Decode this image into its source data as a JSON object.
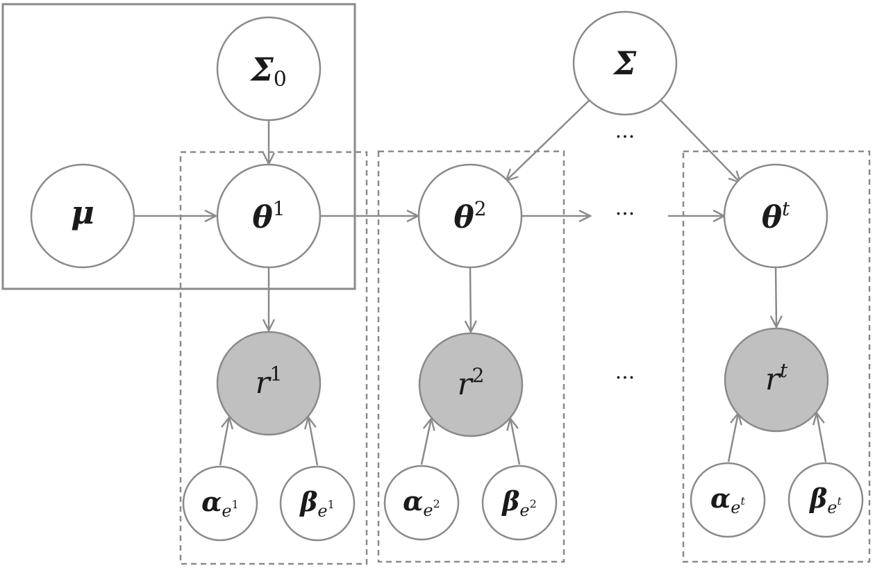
{
  "colors": {
    "stroke": "#8a8a8a",
    "observed_fill": "#c0c0c0",
    "latent_fill": "#ffffff",
    "text": "#1a1a1a"
  },
  "nodes": {
    "sigma0": {
      "symbol": "Σ",
      "subscript": "0",
      "observed": false
    },
    "sigma": {
      "symbol": "Σ",
      "observed": false
    },
    "mu": {
      "symbol": "μ",
      "observed": false
    },
    "theta1": {
      "symbol": "θ",
      "superscript": "1",
      "observed": false
    },
    "theta2": {
      "symbol": "θ",
      "superscript": "2",
      "observed": false
    },
    "thetat": {
      "symbol": "θ",
      "superscript": "t",
      "observed": false
    },
    "r1": {
      "symbol": "r",
      "superscript": "1",
      "observed": true
    },
    "r2": {
      "symbol": "r",
      "superscript": "2",
      "observed": true
    },
    "rt": {
      "symbol": "r",
      "superscript": "t",
      "observed": true
    },
    "alpha1": {
      "symbol": "α",
      "subscript": "e",
      "sub_superscript": "1",
      "observed": false
    },
    "beta1": {
      "symbol": "β",
      "subscript": "e",
      "sub_superscript": "1",
      "observed": false
    },
    "alpha2": {
      "symbol": "α",
      "subscript": "e",
      "sub_superscript": "2",
      "observed": false
    },
    "beta2": {
      "symbol": "β",
      "subscript": "e",
      "sub_superscript": "2",
      "observed": false
    },
    "alphat": {
      "symbol": "α",
      "subscript": "e",
      "sub_superscript": "t",
      "observed": false
    },
    "betat": {
      "symbol": "β",
      "subscript": "e",
      "sub_superscript": "t",
      "observed": false
    }
  },
  "ellipses": {
    "top": "···",
    "middle": "···",
    "bottom": "···"
  },
  "edges": [
    [
      "sigma0",
      "theta1"
    ],
    [
      "mu",
      "theta1"
    ],
    [
      "theta1",
      "theta2"
    ],
    [
      "sigma",
      "theta2"
    ],
    [
      "sigma",
      "thetat"
    ],
    [
      "theta1",
      "r1"
    ],
    [
      "theta2",
      "r2"
    ],
    [
      "thetat",
      "rt"
    ],
    [
      "alpha1",
      "r1"
    ],
    [
      "beta1",
      "r1"
    ],
    [
      "alpha2",
      "r2"
    ],
    [
      "beta2",
      "r2"
    ],
    [
      "alphat",
      "rt"
    ],
    [
      "betat",
      "rt"
    ]
  ]
}
